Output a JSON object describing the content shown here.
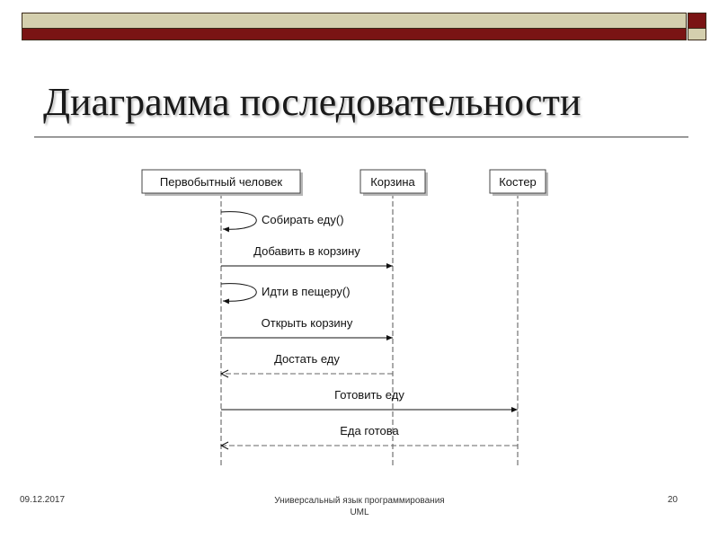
{
  "slide": {
    "title": "Диаграмма последовательности",
    "footer": {
      "date": "09.12.2017",
      "center_line1": "Универсальный  язык программирования",
      "center_line2": "UML",
      "page": "20"
    }
  },
  "diagram": {
    "lifelines": [
      {
        "id": "man",
        "label": "Первобытный человек"
      },
      {
        "id": "basket",
        "label": "Корзина"
      },
      {
        "id": "fire",
        "label": "Костер"
      }
    ],
    "messages": [
      {
        "from": "man",
        "to": "man",
        "label": "Собирать еду()",
        "kind": "self"
      },
      {
        "from": "man",
        "to": "basket",
        "label": "Добавить в корзину",
        "kind": "sync"
      },
      {
        "from": "man",
        "to": "man",
        "label": "Идти в пещеру()",
        "kind": "self"
      },
      {
        "from": "man",
        "to": "basket",
        "label": "Открыть корзину",
        "kind": "sync"
      },
      {
        "from": "basket",
        "to": "man",
        "label": "Достать еду",
        "kind": "return"
      },
      {
        "from": "man",
        "to": "fire",
        "label": "Готовить еду",
        "kind": "sync"
      },
      {
        "from": "fire",
        "to": "man",
        "label": "Еда готова",
        "kind": "return"
      }
    ]
  }
}
